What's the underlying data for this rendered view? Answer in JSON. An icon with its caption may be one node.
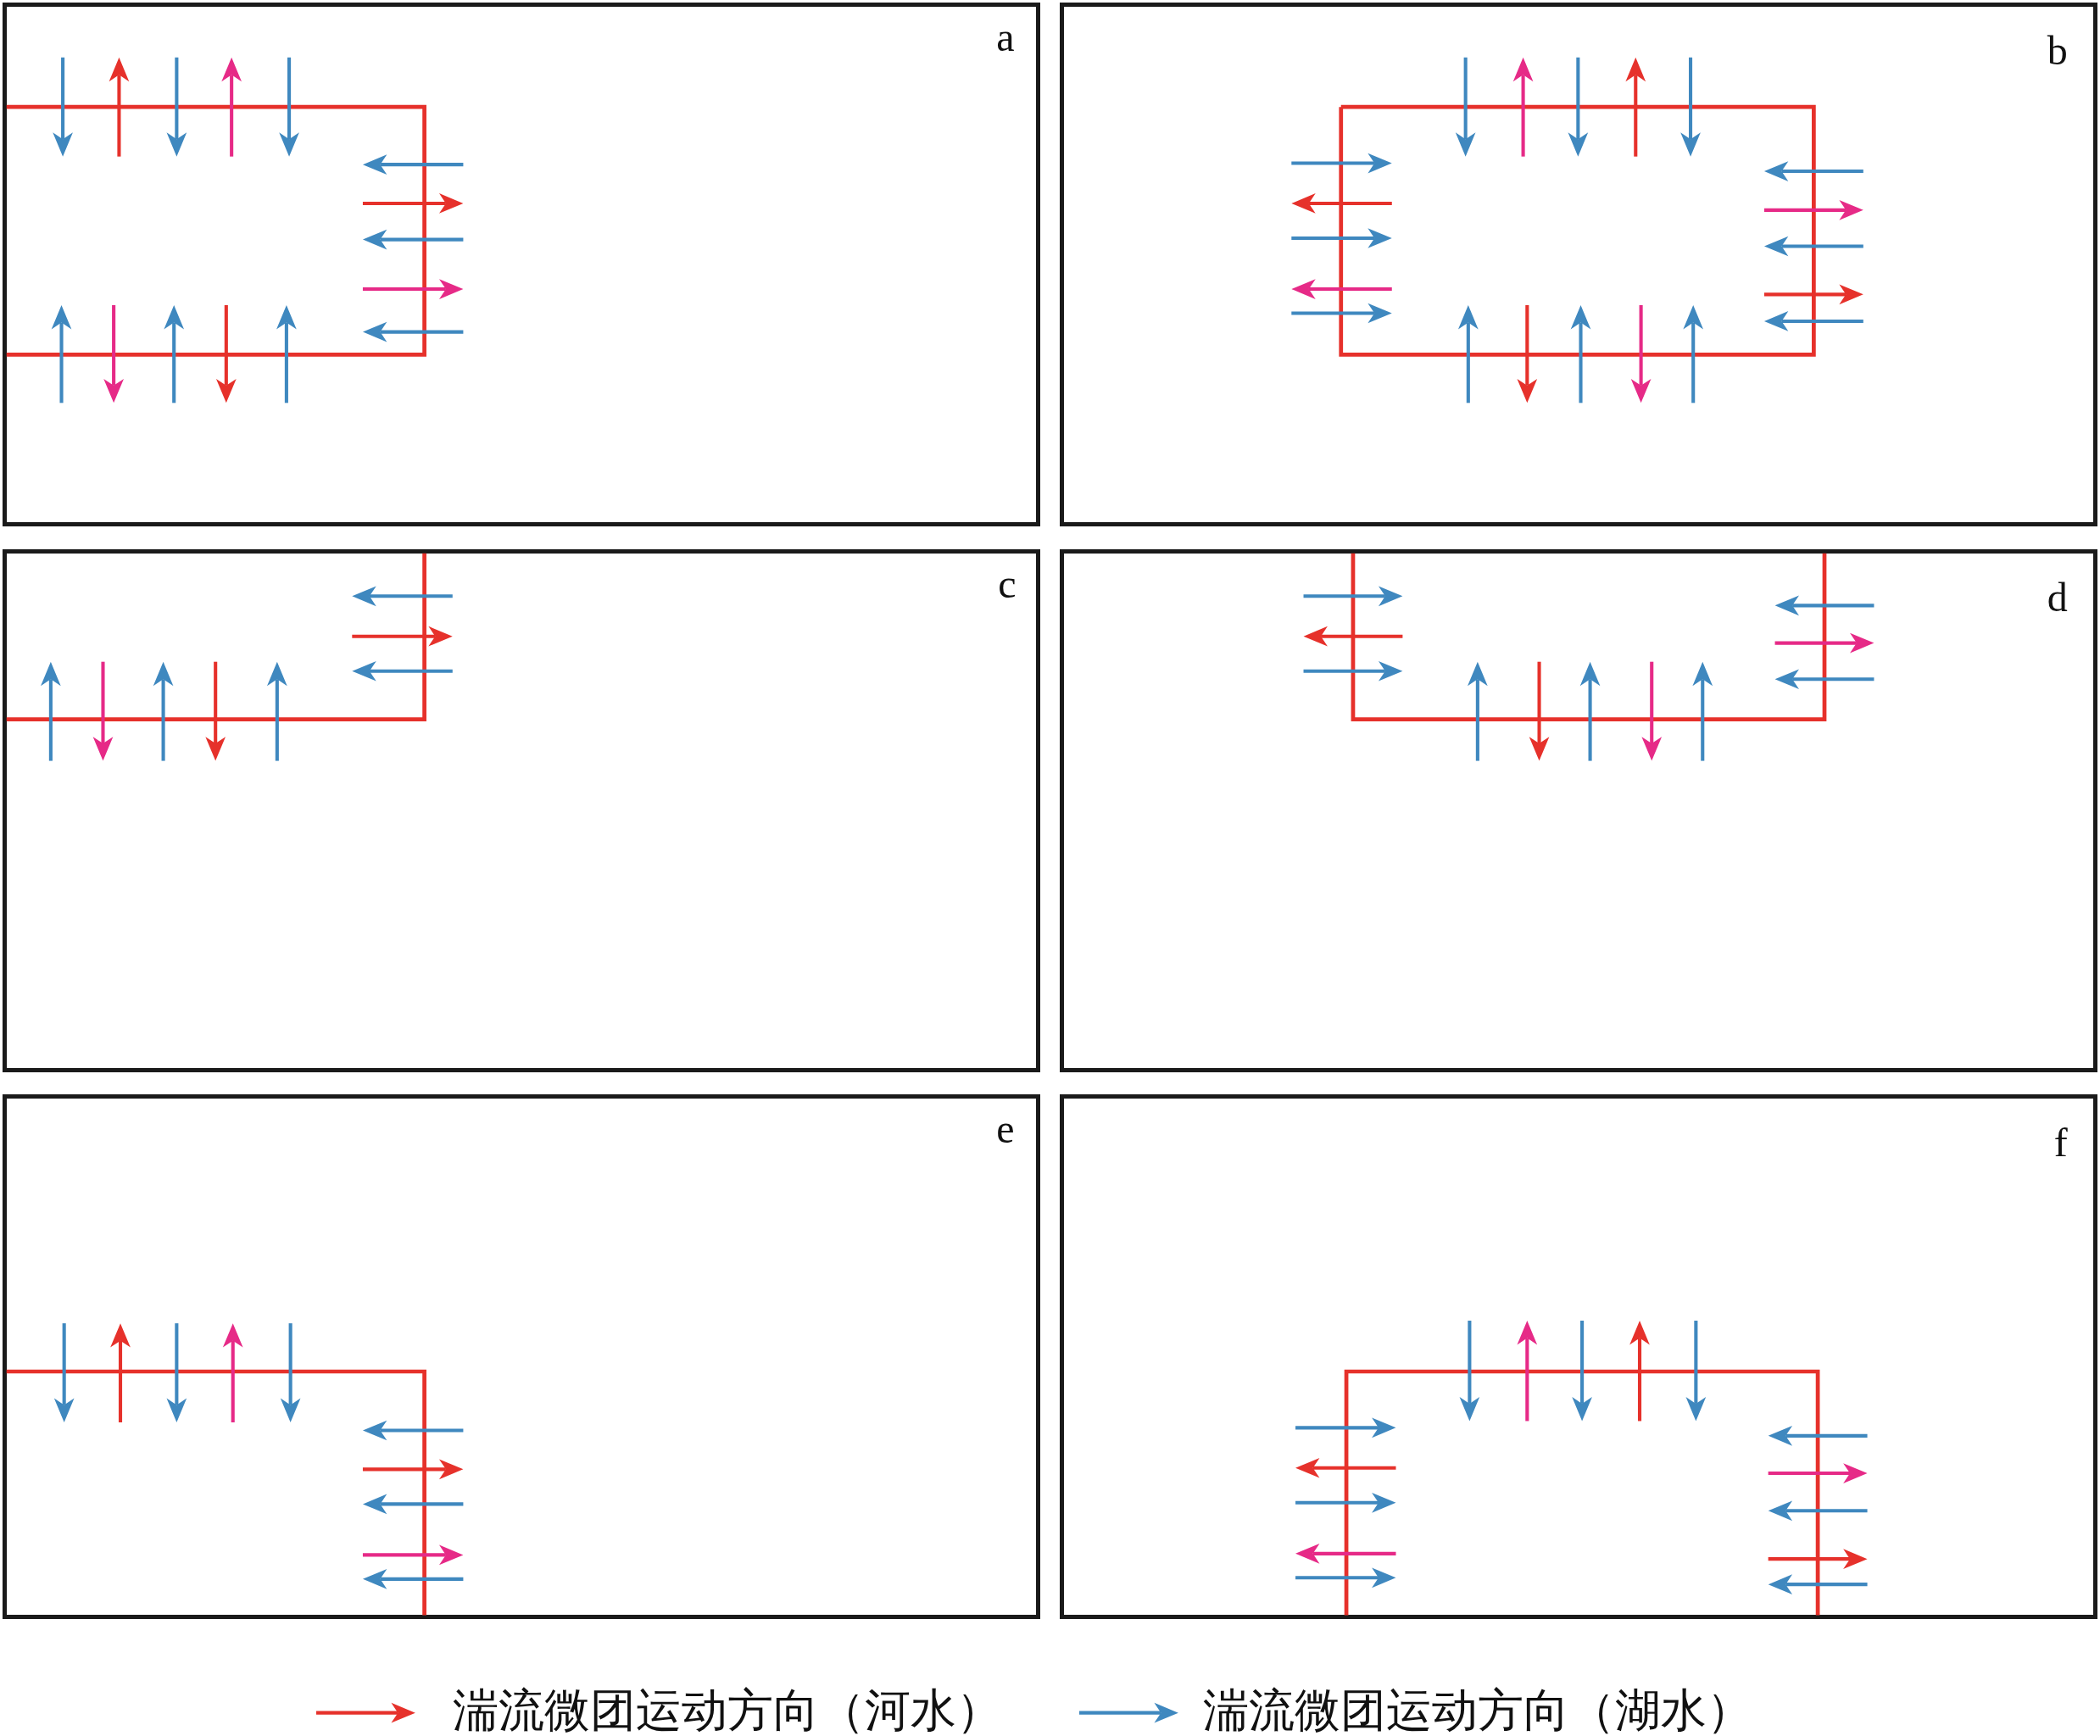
{
  "diagram": {
    "nodes": [
      {
        "text": [
          "a"
        ]
      },
      {
        "text": [
          "b"
        ]
      },
      {
        "text": [
          "c"
        ]
      },
      {
        "text": [
          "d"
        ]
      },
      {
        "text": [
          "e"
        ]
      },
      {
        "text": [
          "f"
        ]
      }
    ],
    "legend": [
      {
        "text": "湍流微团运动方向（河水）",
        "color": "#e6312b"
      },
      {
        "text": "湍流微团运动方向（湖水）",
        "color": "#3f88bf"
      }
    ]
  }
}
